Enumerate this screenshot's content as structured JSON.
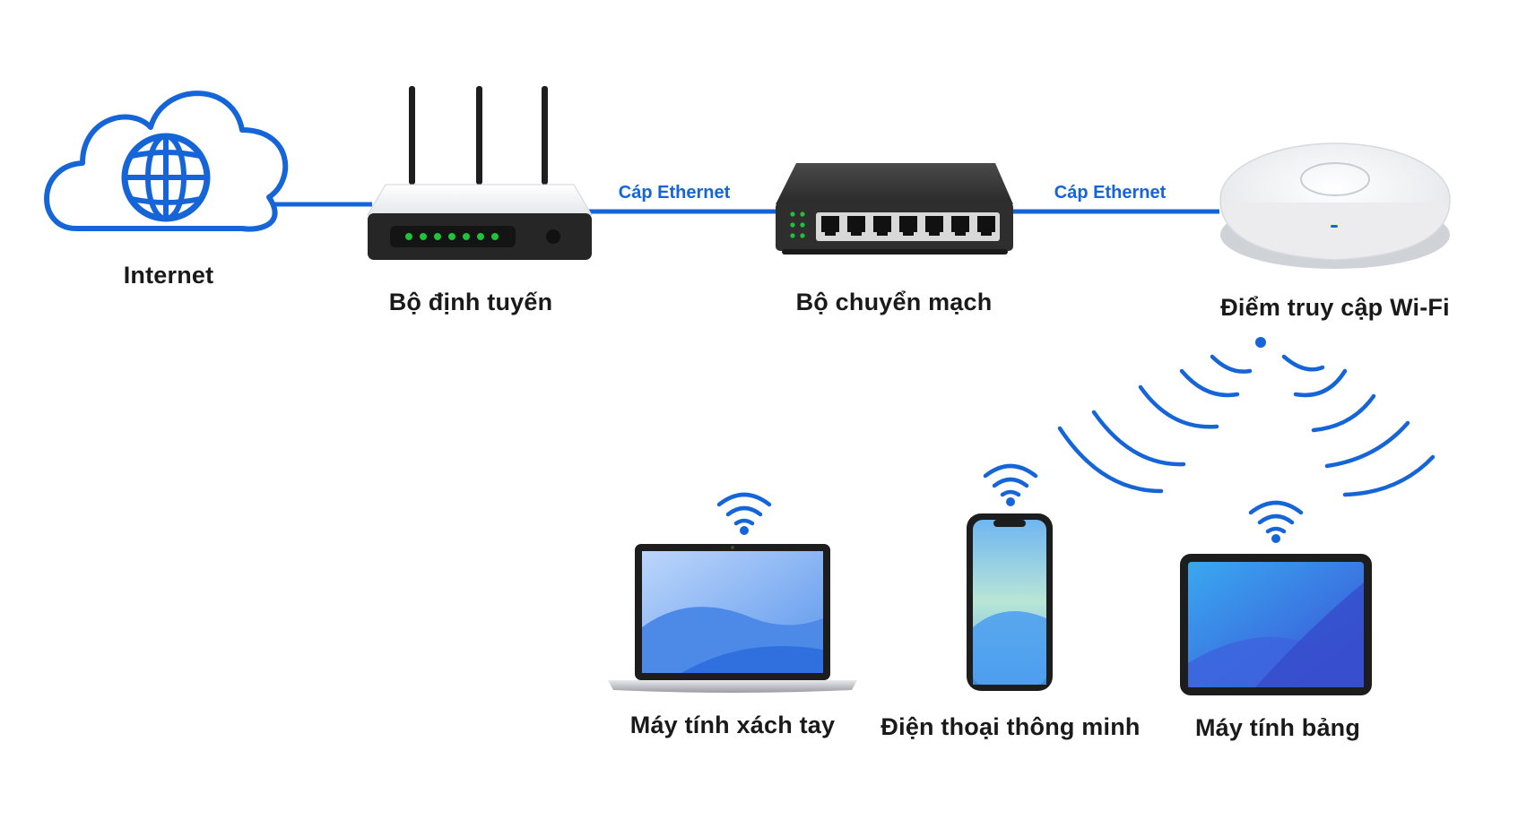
{
  "nodes": {
    "internet": {
      "label": "Internet"
    },
    "router": {
      "label": "Bộ định tuyến"
    },
    "switch": {
      "label": "Bộ chuyển mạch"
    },
    "access_point": {
      "label": "Điểm truy cập Wi-Fi"
    },
    "laptop": {
      "label": "Máy tính xách tay"
    },
    "smartphone": {
      "label": "Điện thoại thông minh"
    },
    "tablet": {
      "label": "Máy tính bảng"
    }
  },
  "links": [
    {
      "from": "router",
      "to": "switch",
      "label": "Cáp Ethernet"
    },
    {
      "from": "switch",
      "to": "access_point",
      "label": "Cáp Ethernet"
    }
  ],
  "colors": {
    "accent": "#1565d8",
    "device_dark": "#2b2b2b",
    "led_green": "#1fc23a",
    "label_text": "#1a1a1a"
  },
  "icons": {
    "cloud": "cloud-globe-icon",
    "wifi": "wifi-signal-icon"
  }
}
